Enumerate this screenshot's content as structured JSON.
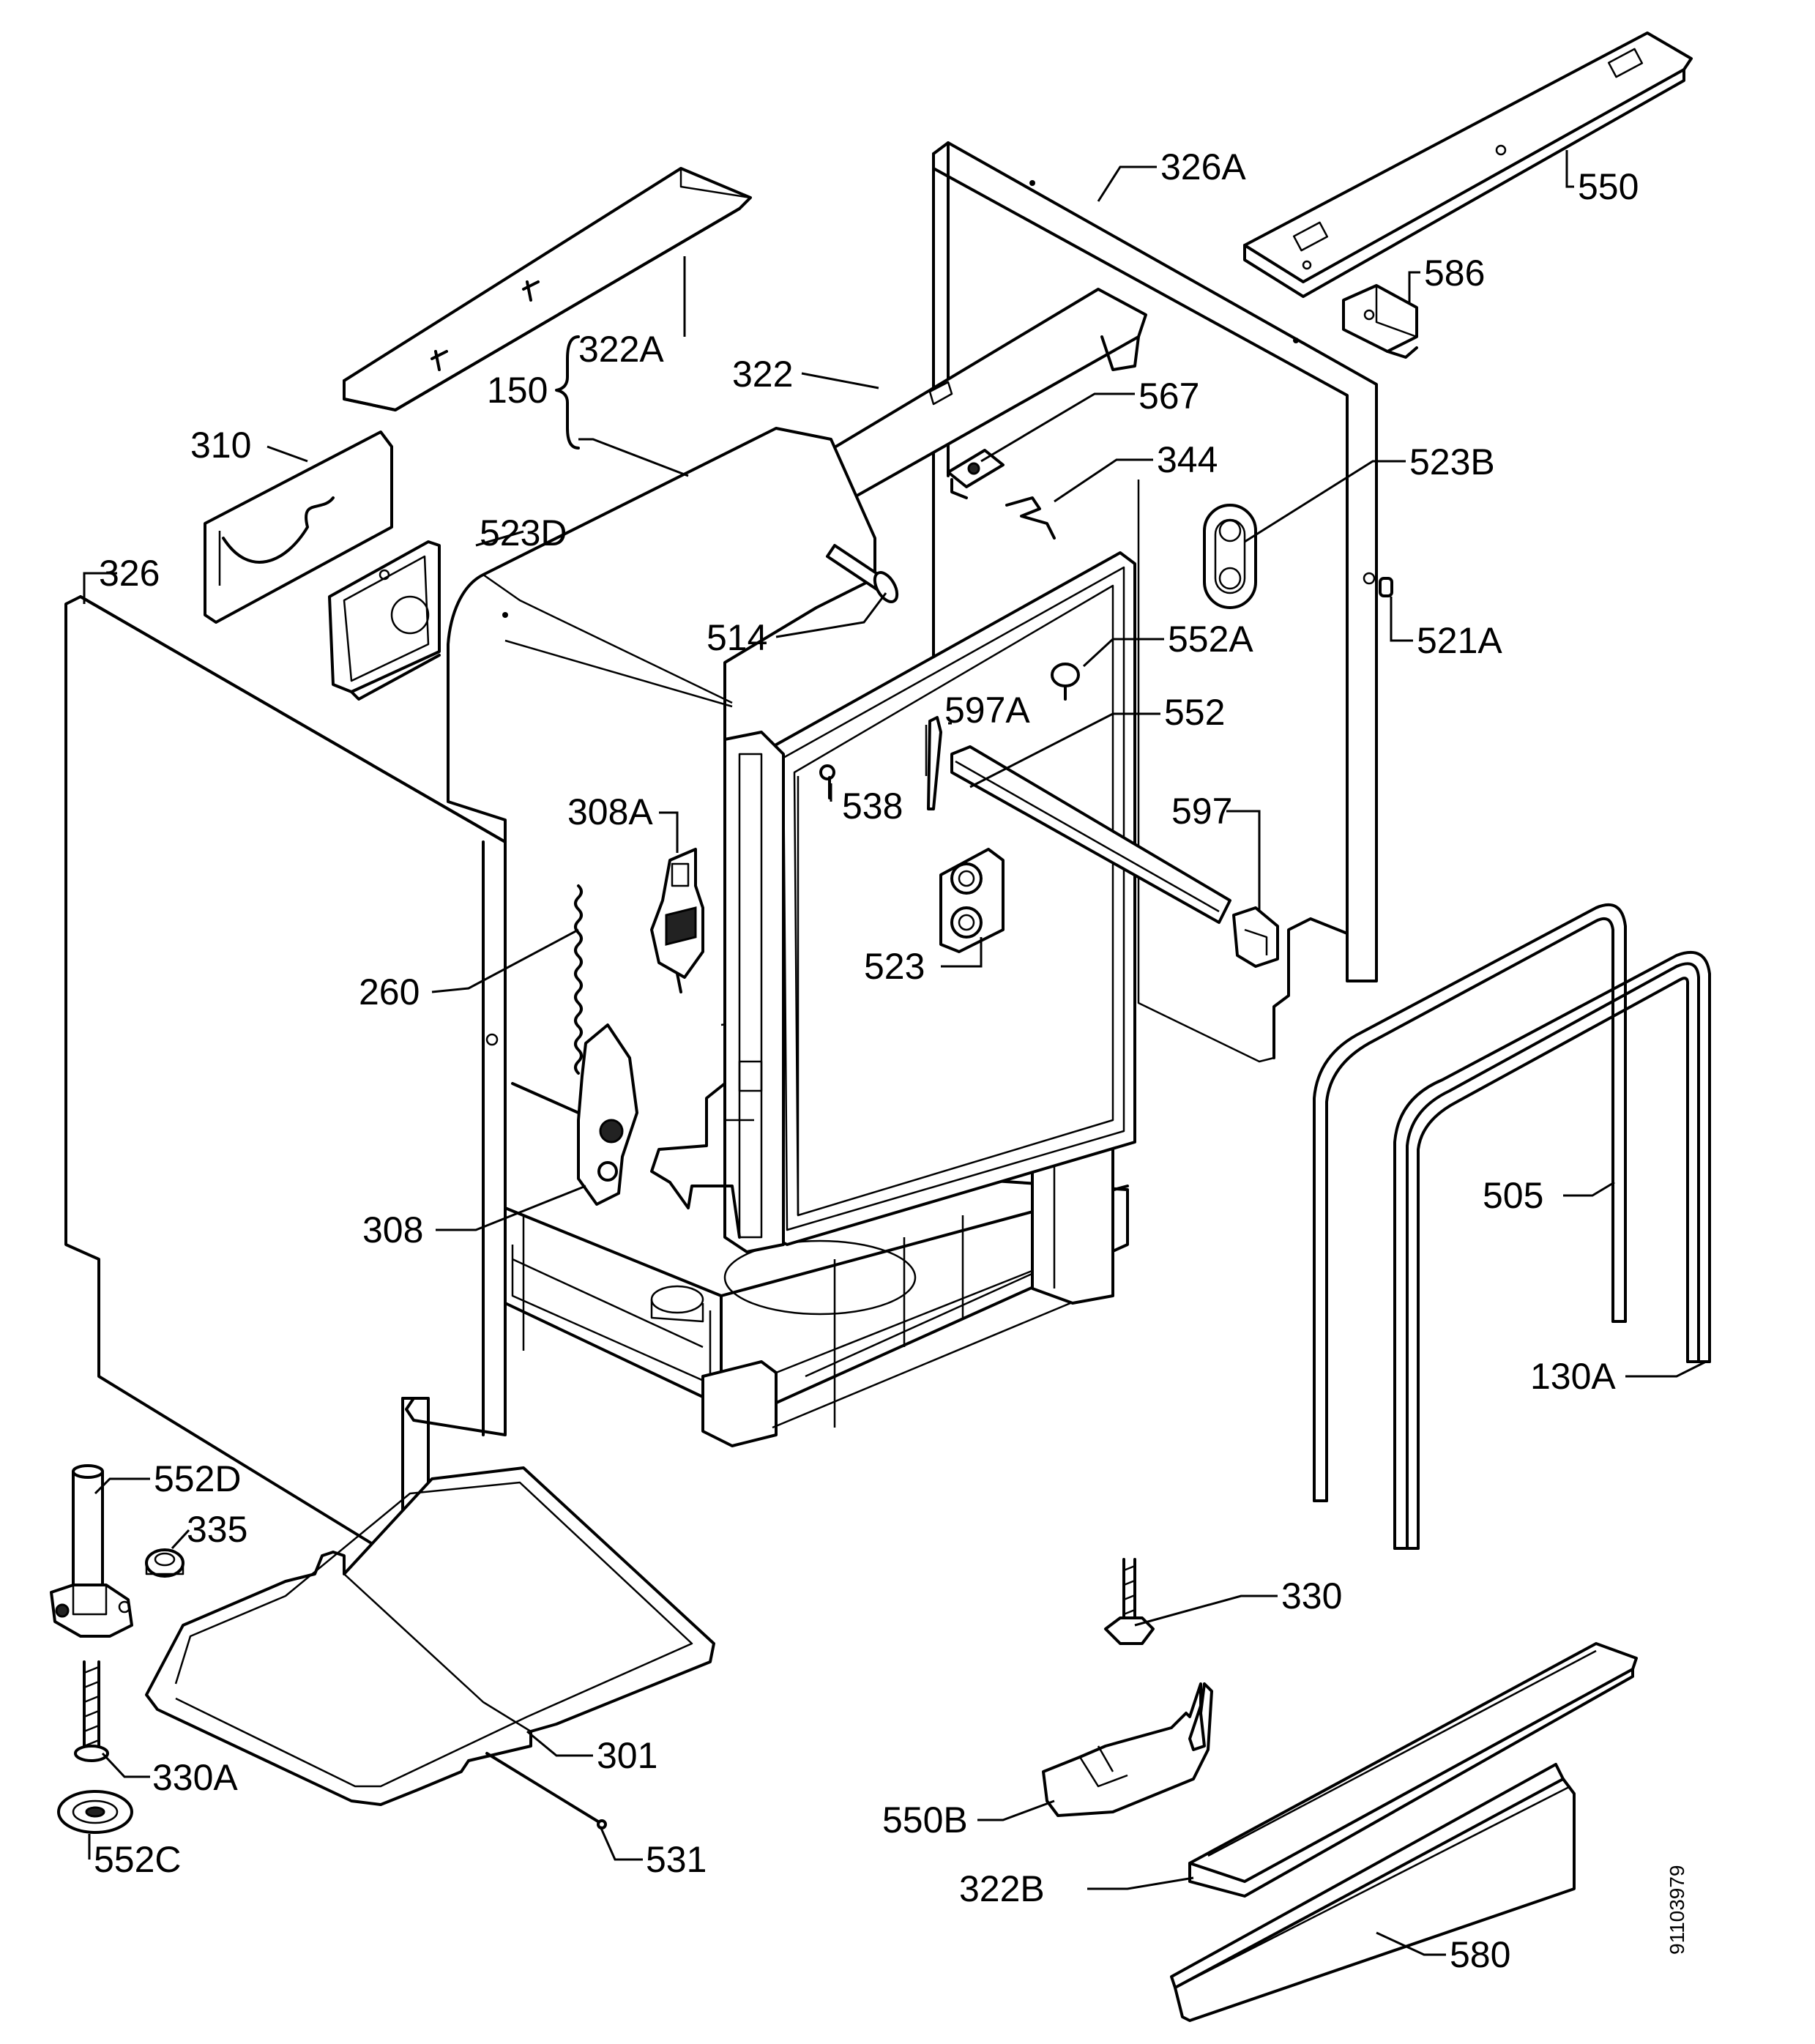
{
  "diagram": {
    "labels": {
      "p326a": "326A",
      "p550": "550",
      "p586": "586",
      "p322a": "322A",
      "p150": "150",
      "p322": "322",
      "p567": "567",
      "p344": "344",
      "p310": "310",
      "p523b": "523B",
      "p523d": "523D",
      "p326": "326",
      "p514": "514",
      "p552a": "552A",
      "p521a": "521A",
      "p597a": "597A",
      "p552": "552",
      "p538": "538",
      "p308a": "308A",
      "p597": "597",
      "p523": "523",
      "p260": "260",
      "p505": "505",
      "p308": "308",
      "p130a": "130A",
      "p552d": "552D",
      "p335": "335",
      "p330": "330",
      "p301": "301",
      "p330a": "330A",
      "p550b": "550B",
      "p531": "531",
      "p552c": "552C",
      "p322b": "322B",
      "p580": "580"
    },
    "document_number": "91103979"
  }
}
